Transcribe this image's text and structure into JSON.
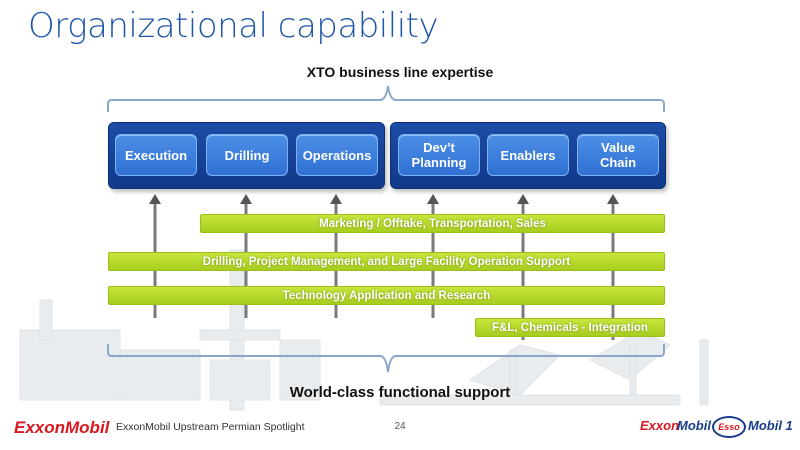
{
  "slide": {
    "title": "Organizational capability",
    "top_label": "XTO business line expertise",
    "bottom_label": "World-class functional support"
  },
  "capabilities": [
    {
      "label": "Execution"
    },
    {
      "label": "Drilling"
    },
    {
      "label": "Operations"
    },
    {
      "label": "Dev’t\nPlanning"
    },
    {
      "label": "Enablers"
    },
    {
      "label": "Value\nChain"
    }
  ],
  "support_bars": [
    {
      "label": "Marketing /  Offtake, Transportation, Sales"
    },
    {
      "label": "Drilling, Project Management, and Large Facility Operation Support"
    },
    {
      "label": "Technology Application and Research"
    },
    {
      "label": "F&L, Chemicals - Integration"
    }
  ],
  "footer": {
    "logo": "ExxonMobil",
    "text": "ExxonMobil Upstream Permian Spotlight",
    "page": "24",
    "brands": [
      "Exxon",
      "Mobil",
      "Esso",
      "Mobil 1"
    ]
  },
  "colors": {
    "title": "#1f56a8",
    "panel_blue": "#1c4ca6",
    "button_blue": "#3f82de",
    "bar_green": "#b5d82c",
    "bracket": "#8aa6c8",
    "brand_red": "#d71920"
  }
}
